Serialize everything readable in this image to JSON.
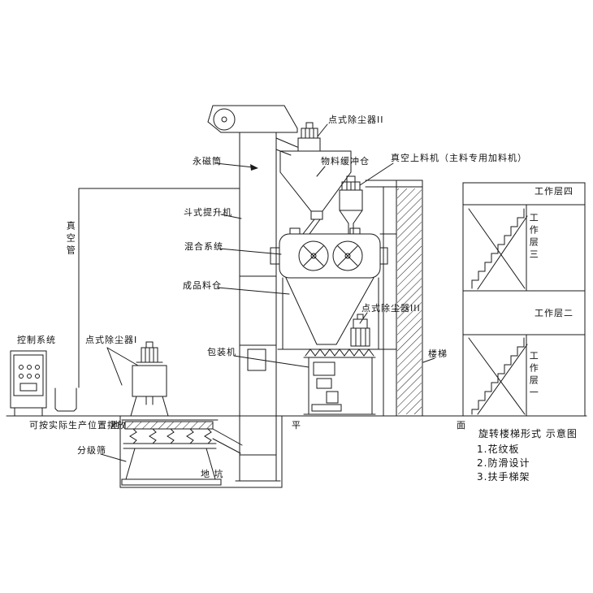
{
  "diagram": {
    "labels": {
      "dust_collector_2": "点式除尘器II",
      "magnet_cylinder": "永磁筒",
      "buffer_bin": "物料缓冲仓",
      "vacuum_feeder": "真空上料机（主料专用加料机）",
      "bucket_elevator": "斗式提升机",
      "mixing_system": "混合系统",
      "finished_bin": "成品料仓",
      "dust_collector_3": "点式除尘器III",
      "packing_machine": "包装机",
      "stairs": "楼梯",
      "control_system": "控制系统",
      "dust_collector_1": "点式除尘器I",
      "vacuum_pipe": "真空管",
      "grading_sieve": "分级筛",
      "pit": "地 坑"
    },
    "ground": {
      "note": "可按实际生产位置摆放",
      "di": "地",
      "ping": "平",
      "mian": "面"
    },
    "levels": {
      "level4": "工作层四",
      "level3": "工作层三",
      "level2": "工作层二",
      "level1": "工作层一"
    },
    "notes": {
      "title": "旋转楼梯形式 示意图",
      "items": [
        "1.花纹板",
        "2.防滑设计",
        "3.扶手梯架"
      ]
    },
    "colors": {
      "line": "#1a1a1a",
      "background": "#ffffff"
    }
  }
}
